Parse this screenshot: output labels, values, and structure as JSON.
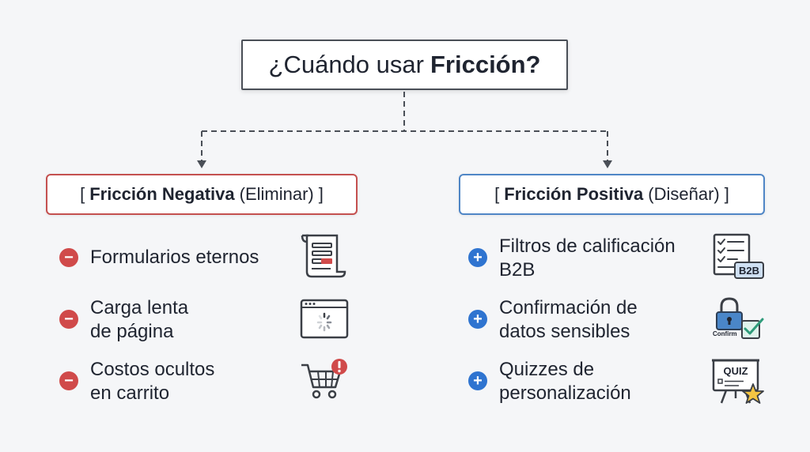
{
  "title": {
    "prefix": "¿Cuándo usar",
    "bold": "Fricción?"
  },
  "negative": {
    "open": "[",
    "label": "Fricción Negativa",
    "paren": "(Eliminar)",
    "close": "]",
    "color": "#c4504f",
    "items": [
      {
        "lines": [
          "Formularios eternos"
        ],
        "icon": "form-document-icon"
      },
      {
        "lines": [
          "Carga lenta",
          "de página"
        ],
        "icon": "loading-browser-icon"
      },
      {
        "lines": [
          "Costos ocultos",
          "en carrito"
        ],
        "icon": "cart-alert-icon"
      }
    ]
  },
  "positive": {
    "open": "[",
    "label": "Fricción Positiva",
    "paren": "(Diseñar)",
    "close": "]",
    "color": "#4f86c6",
    "items": [
      {
        "lines": [
          "Filtros de calificación",
          "B2B"
        ],
        "icon": "checklist-b2b-icon",
        "icon_text": "B2B"
      },
      {
        "lines": [
          "Confirmación de",
          "datos sensibles"
        ],
        "icon": "lock-confirm-icon",
        "icon_text": "Confirm"
      },
      {
        "lines": [
          "Quizzes de",
          "personalización"
        ],
        "icon": "quiz-board-icon",
        "icon_text": "QUIZ"
      }
    ]
  }
}
